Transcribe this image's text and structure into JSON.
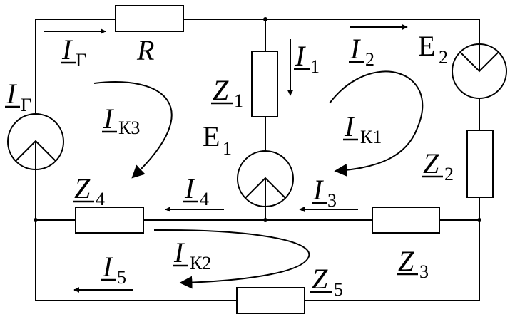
{
  "labels": {
    "ig_top": {
      "main": "I",
      "sub": "Г"
    },
    "r": {
      "main": "R"
    },
    "ig_left": {
      "main": "I",
      "sub": "Г"
    },
    "ik3": {
      "main": "I",
      "sub": "К3"
    },
    "z1": {
      "main": "Z",
      "sub": "1"
    },
    "i1": {
      "main": "I",
      "sub": "1"
    },
    "i2": {
      "main": "I",
      "sub": "2"
    },
    "e2": {
      "main": "E",
      "sub": "2"
    },
    "ik1": {
      "main": "I",
      "sub": "К1"
    },
    "e1": {
      "main": "E",
      "sub": "1"
    },
    "z2": {
      "main": "Z",
      "sub": "2"
    },
    "z4": {
      "main": "Z",
      "sub": "4"
    },
    "i4": {
      "main": "I",
      "sub": "4"
    },
    "i3": {
      "main": "I",
      "sub": "3"
    },
    "ik2": {
      "main": "I",
      "sub": "К2"
    },
    "i5": {
      "main": "I",
      "sub": "5"
    },
    "z5": {
      "main": "Z",
      "sub": "5"
    },
    "z3": {
      "main": "Z",
      "sub": "3"
    }
  }
}
